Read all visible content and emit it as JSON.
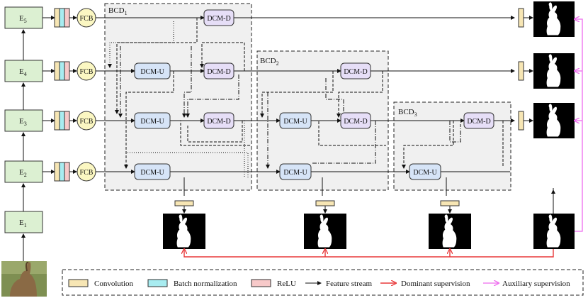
{
  "encoders": [
    "E",
    "E",
    "E",
    "E",
    "E"
  ],
  "encoder_subscripts": [
    "5",
    "4",
    "3",
    "2",
    "1"
  ],
  "fcb_label": "FCB",
  "bcd_blocks": [
    {
      "label": "BCD",
      "sub": "1"
    },
    {
      "label": "BCD",
      "sub": "2"
    },
    {
      "label": "BCD",
      "sub": "3"
    }
  ],
  "dcm_u_label": "DCM-U",
  "dcm_d_label": "DCM-D",
  "legend": {
    "convolution": "Convolution",
    "batch_norm": "Batch normalization",
    "relu": "ReLU",
    "feature_stream": "Feature stream",
    "dominant": "Dominant supervision",
    "auxiliary": "Auxiliary supervision"
  },
  "colors": {
    "encoder": "#dcf0d2",
    "fcb": "#fbf7c2",
    "dcm_u": "#d6e4f7",
    "dcm_d": "#e6def7",
    "convolution": "#f7e6b4",
    "batch_norm": "#a8ecf0",
    "relu": "#f7c9c9",
    "dominant": "#e8393a",
    "auxiliary": "#ee6bee"
  },
  "input_image": "photo of a hare sitting in grass",
  "mask_icon": "white hare silhouette on black"
}
